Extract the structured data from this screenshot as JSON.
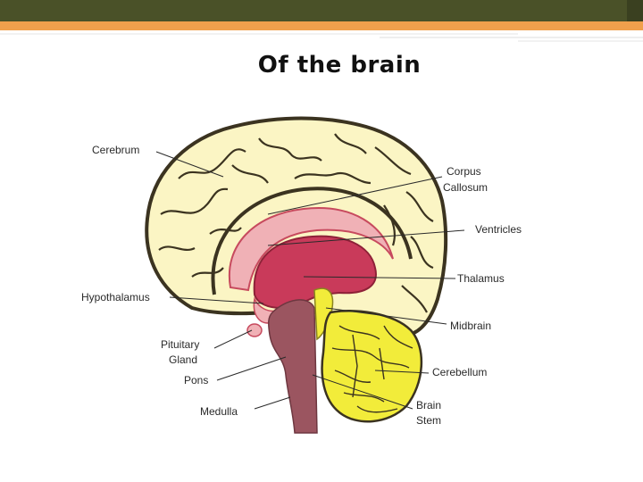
{
  "slide": {
    "title": "Of the brain",
    "colors": {
      "top_band": "#4a5128",
      "orange_strip": "#f0a04c",
      "cerebrum": "#fbf5c4",
      "corpus_callosum": "#f0b1b6",
      "thalamus": "#c93a5a",
      "brain_stem": "#9b5560",
      "cerebellum": "#f2ec3a"
    }
  },
  "labels": {
    "cerebrum": "Cerebrum",
    "corpus_line1": "Corpus",
    "corpus_line2": "Callosum",
    "ventricles": "Ventricles",
    "thalamus": "Thalamus",
    "hypothalamus": "Hypothalamus",
    "midbrain": "Midbrain",
    "pituitary_line1": "Pituitary",
    "pituitary_line2": "Gland",
    "cerebellum": "Cerebellum",
    "pons": "Pons",
    "brainstem_line1": "Brain",
    "brainstem_line2": "Stem",
    "medulla": "Medulla"
  }
}
